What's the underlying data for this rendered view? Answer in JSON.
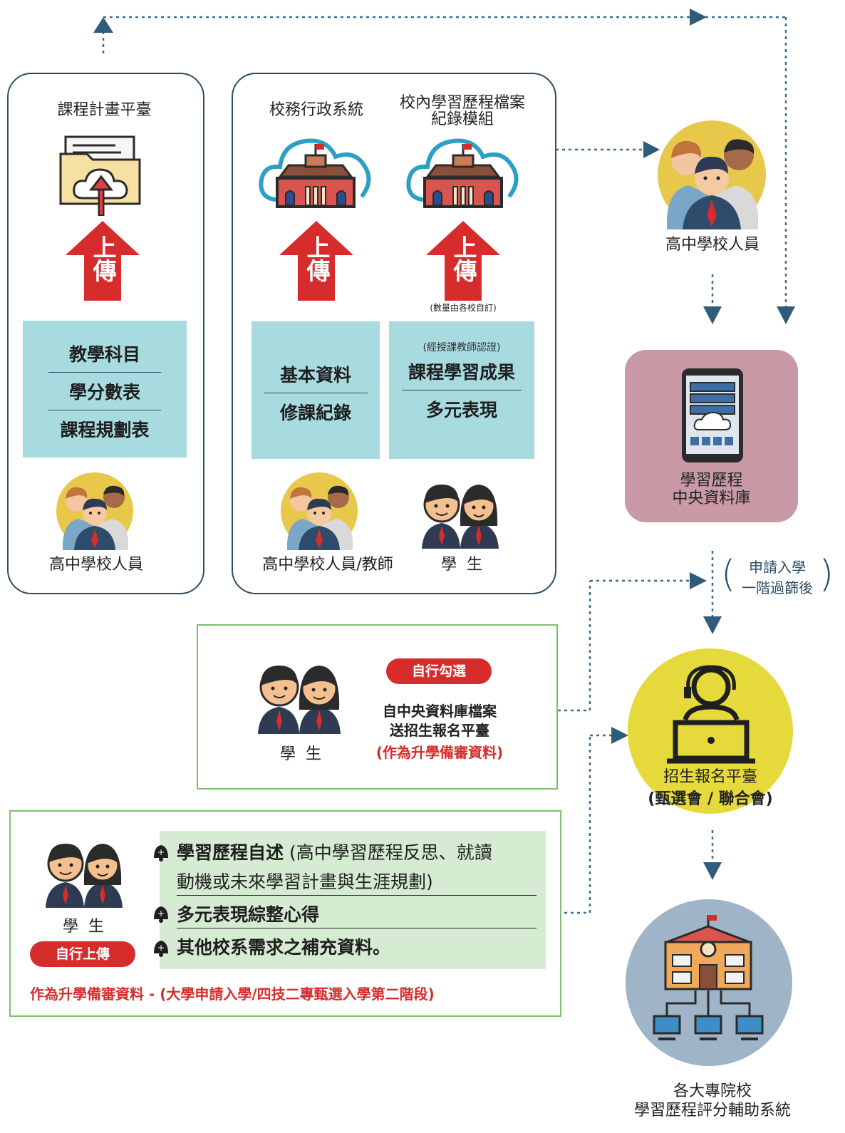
{
  "left_panel": {
    "title": "課程計畫平臺",
    "upload": "上傳",
    "box": [
      "教學科目",
      "學分數表",
      "課程規劃表"
    ],
    "people_label": "高中學校人員"
  },
  "middle_panel": {
    "col1_title": "校務行政系統",
    "col2_title_line1": "校內學習歷程檔案",
    "col2_title_line2": "紀錄模組",
    "upload": "上傳",
    "count_note": "(數量由各校自訂)",
    "box1": [
      "基本資料",
      "修課紀錄"
    ],
    "box2_note": "(經授課教師認證)",
    "box2": [
      "課程學習成果",
      "多元表現"
    ],
    "people_label": "高中學校人員/教師",
    "student_label": "學  生"
  },
  "right_column": {
    "staff_label": "高中學校人員",
    "central_db_line1": "學習歷程",
    "central_db_line2": "中央資料庫",
    "filter_note_line1": "申請入學",
    "filter_note_line2": "一階過篩後",
    "platform_line1": "招生報名平臺",
    "platform_line2": "(甄選會 / 聯合會)",
    "university_line1": "各大專院校",
    "university_line2": "學習歷程評分輔助系統"
  },
  "select_panel": {
    "student_label": "學  生",
    "pill": "自行勾選",
    "text_line1": "自中央資料庫檔案",
    "text_line2": "送招生報名平臺",
    "note": "(作為升學備審資料)"
  },
  "upload_panel": {
    "student_label": "學  生",
    "pill": "自行上傳",
    "item1_bold": "學習歷程自述",
    "item1_rest": "(高中學習歷程反思、就讀",
    "item1_line2": "動機或未來學習計畫與生涯規劃)",
    "item2": "多元表現綜整心得",
    "item3": "其他校系需求之補充資料。",
    "footer": "作為升學備審資料 - (大學申請入學/四技二專甄選入學第二階段)"
  },
  "colors": {
    "panel_border": "#2d4d63",
    "teal_box": "#a8dbe0",
    "green_box": "#d6ecd2",
    "green_border": "#7dc06d",
    "accent_red": "#d62c2c",
    "db_pink": "#c99aa6",
    "platform_yellow": "#e6d93b",
    "university_blue": "#9fb4c6",
    "arrow_blue": "#2e5c7a"
  }
}
